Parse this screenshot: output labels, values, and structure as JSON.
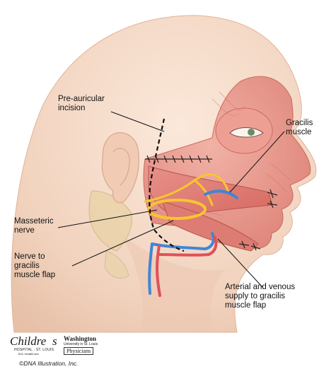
{
  "labels": {
    "preauricular": "Pre-auricular\nincision",
    "gracilis": "Gracilis\nmuscle",
    "masseteric": "Masseteric\nnerve",
    "nerve_to_gracilis": "Nerve to\ngracilis\nmuscle flap",
    "arterial_supply": "Arterial and venous\nsupply to gracilis\nmuscle flap"
  },
  "logos": {
    "childrens_name": "Childre",
    "childrens_tail": "s",
    "childrens_sub": "HOSPITAL · ST. LOUIS",
    "childrens_tag": "BJC HealthCare",
    "wash_name": "Washington",
    "wash_sub": "University in St. Louis",
    "wash_physicians": "Physicians"
  },
  "credit": "©DNA Illustration, Inc.",
  "colors": {
    "skin": "#f3d9c6",
    "muscle": "#e99a8f",
    "muscle_dark": "#d9766c",
    "nerve": "#f7c531",
    "artery": "#e0505a",
    "vein": "#3f86d6",
    "bone": "#e8d1a6"
  }
}
